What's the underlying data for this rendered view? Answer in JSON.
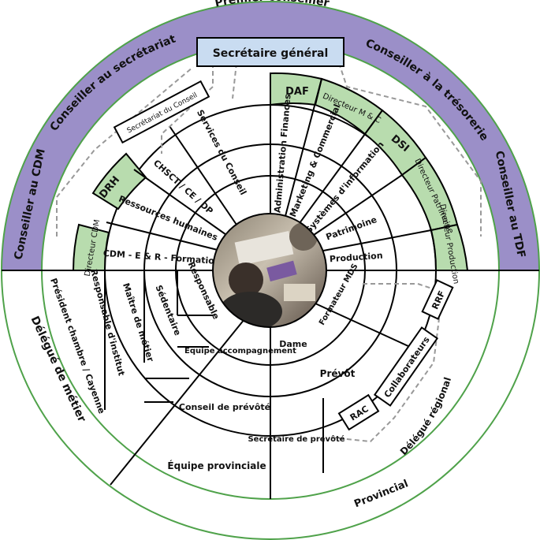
{
  "colors": {
    "ring_purple": "#9b8fc8",
    "green_cell": "#b8dcae",
    "green_line": "#4fa24a",
    "blue_box": "#c9dcf1",
    "line": "#000000",
    "dash": "#999999"
  },
  "outer_ring": {
    "top": "Premier conseiller",
    "upper_left": "Conseiller au secrétariat",
    "upper_right": "Conseiller à la trésorerie",
    "left": "Conseiller au CDM",
    "right": "Conseiller au TDF",
    "lower_left": "Délégué de métier",
    "lower_right": "Provincial"
  },
  "top_box": "Secrétaire général",
  "secretariat_box": "Secrétariat du Conseil",
  "upper_left_sectors": [
    "Services du Conseil",
    "CHSCT / CE / DP",
    "Ressources humaines",
    "CDM - E & R - Formation"
  ],
  "upper_right_sectors": [
    "Administration Finances",
    "Marketing & Commercial",
    "Systèmes d'information",
    "Patrimoine",
    "Production"
  ],
  "green_cells": {
    "drh": "DRH",
    "directeur_cdm": "Directeur CDM",
    "daf": "DAF",
    "directeur_mc": "Directeur M & C",
    "dsi": "DSI",
    "directeur_patrimoine": "Directeur Patrimoine",
    "directeur_production": "Directeur Production"
  },
  "lower_left": {
    "responsable": "Responsable",
    "sedentaire": "Sédentaire",
    "maitre": "Maître de métier",
    "responsable_institut": "Responsable d'institut",
    "president": "Président chambre / Cayenne",
    "equipe_accompagnement": "Équipe accompagnement",
    "conseil_prevote": "Conseil de prévôté",
    "equipe_provinciale": "Équipe provinciale"
  },
  "lower_right": {
    "formateur": "Formateur MDS",
    "dame": "Dame",
    "prevot": "Prévôt",
    "rrf": "RRF",
    "collaborateurs": "Collaborateurs",
    "rac": "RAC",
    "secretaire_prevote": "Secrétaire de prévôté",
    "delegue_regional": "Délégué régional"
  },
  "center_photo": "photo-people-working"
}
